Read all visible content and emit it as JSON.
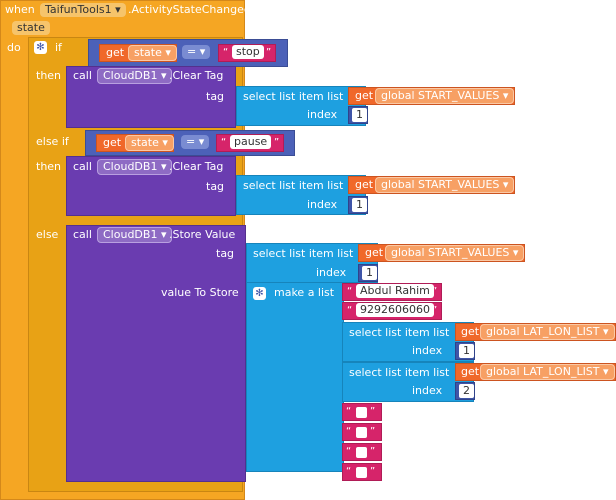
{
  "event": {
    "when": "when",
    "component": "TaifunTools1",
    "event_name": ".ActivityStateChanged",
    "param": "state",
    "do": "do"
  },
  "if_block": {
    "if": "if",
    "then": "then",
    "else_if": "else if",
    "else": "else",
    "get": "get",
    "state_var": "state",
    "op": "=",
    "value_stop": "stop",
    "value_pause": "pause"
  },
  "clear1": {
    "call": "call",
    "component": "CloudDB1",
    "method": ".Clear Tag",
    "tag": "tag",
    "select": "select list item  list",
    "get": "get",
    "list": "global START_VALUES",
    "index": "index",
    "index_value": "1"
  },
  "clear2": {
    "call": "call",
    "component": "CloudDB1",
    "method": ".Clear Tag",
    "tag": "tag",
    "select": "select list item  list",
    "get": "get",
    "list": "global START_VALUES",
    "index": "index",
    "index_value": "1"
  },
  "store": {
    "call": "call",
    "component": "CloudDB1",
    "method": ".Store Value",
    "tag": "tag",
    "select": "select list item  list",
    "get": "get",
    "list": "global START_VALUES",
    "index": "index",
    "index_value": "1",
    "value_to_store": "value To Store",
    "make_list": "make a list",
    "name": "Abdul Rahim",
    "phone": "9292606060",
    "select_a": "select list item  list",
    "get_a": "get",
    "list_a": "global LAT_LON_LIST",
    "index_a": "index",
    "index_a_value": "1",
    "select_b": "select list item  list",
    "get_b": "get",
    "list_b": "global LAT_LON_LIST",
    "index_b": "index",
    "index_b_value": "2"
  },
  "colors": {
    "event": "#f5a623",
    "control": "#e8a215",
    "call": "#6a3cb0",
    "list": "#1ea0e0",
    "logic": "#4c61b8",
    "variable": "#f0682a",
    "text": "#d6246a",
    "number": "#3f55a8"
  },
  "icons": [
    "gear-icon",
    "dropdown-arrow-icon",
    "quote-icon"
  ]
}
